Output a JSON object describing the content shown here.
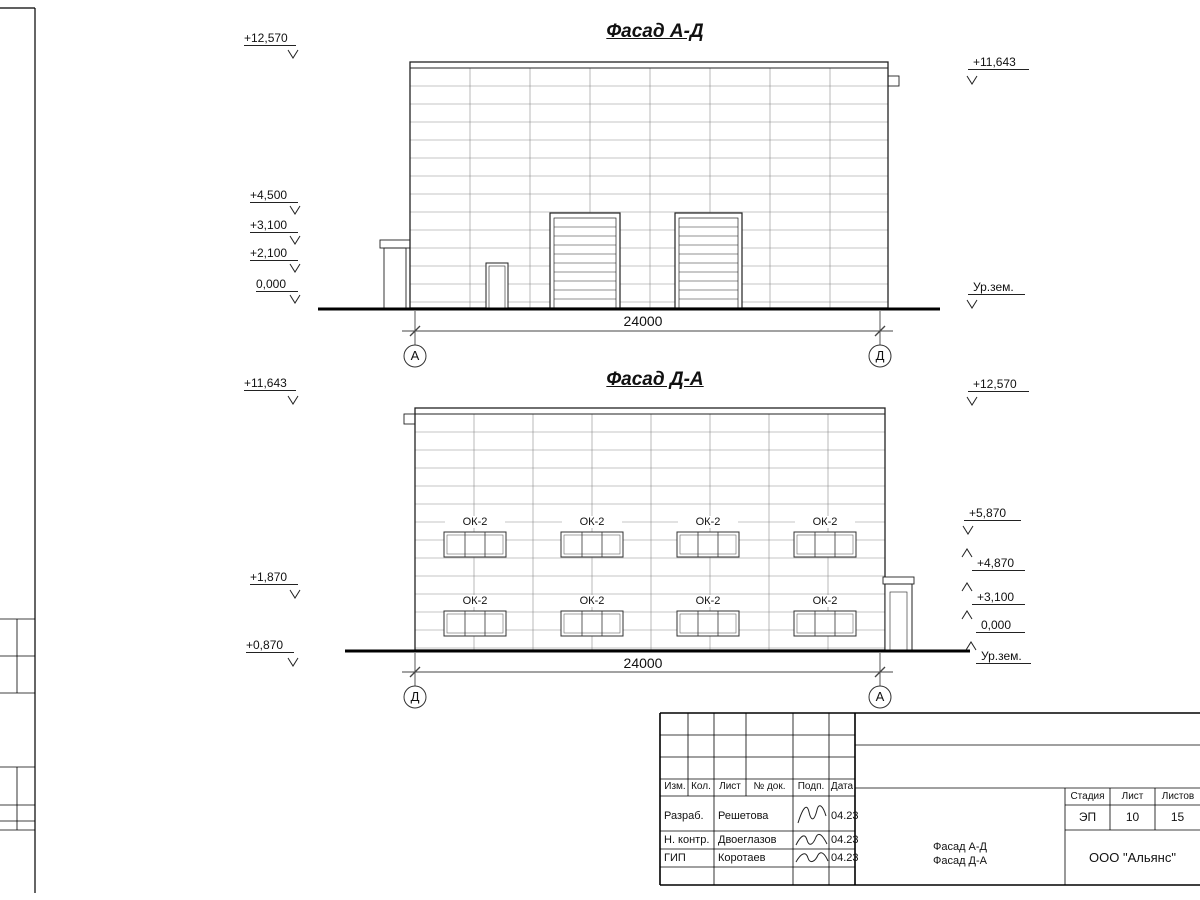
{
  "drawing": {
    "facade_ad": {
      "title": "Фасад А-Д",
      "dim": "24000",
      "axis_left": "А",
      "axis_right": "Д",
      "marks_left": [
        "+12,570",
        "+4,500",
        "+3,100",
        "+2,100",
        "0,000"
      ],
      "marks_right": [
        "+11,643",
        "Ур.зем."
      ]
    },
    "facade_da": {
      "title": "Фасад Д-А",
      "dim": "24000",
      "axis_left": "Д",
      "axis_right": "А",
      "window_label": "ОК-2",
      "marks_left": [
        "+11,643",
        "+1,870",
        "+0,870"
      ],
      "marks_right": [
        "+12,570",
        "+5,870",
        "+4,870",
        "+3,100",
        "0,000",
        "Ур.зем."
      ]
    },
    "title_block": {
      "cols": [
        "Изм.",
        "Кол.",
        "Лист",
        "№ док.",
        "Подп.",
        "Дата"
      ],
      "rows": [
        {
          "role": "Разраб.",
          "name": "Решетова",
          "date": "04.23"
        },
        {
          "role": "Н. контр.",
          "name": "Двоеглазов",
          "date": "04.23"
        },
        {
          "role": "ГИП",
          "name": "Коротаев",
          "date": "04.23"
        }
      ],
      "doc_title_1": "Фасад А-Д",
      "doc_title_2": "Фасад Д-А",
      "stage_label": "Стадия",
      "sheet_label": "Лист",
      "sheets_label": "Листов",
      "stage": "ЭП",
      "sheet_no": "10",
      "sheets_total": "15",
      "org": "ООО \"Альянс\""
    }
  }
}
